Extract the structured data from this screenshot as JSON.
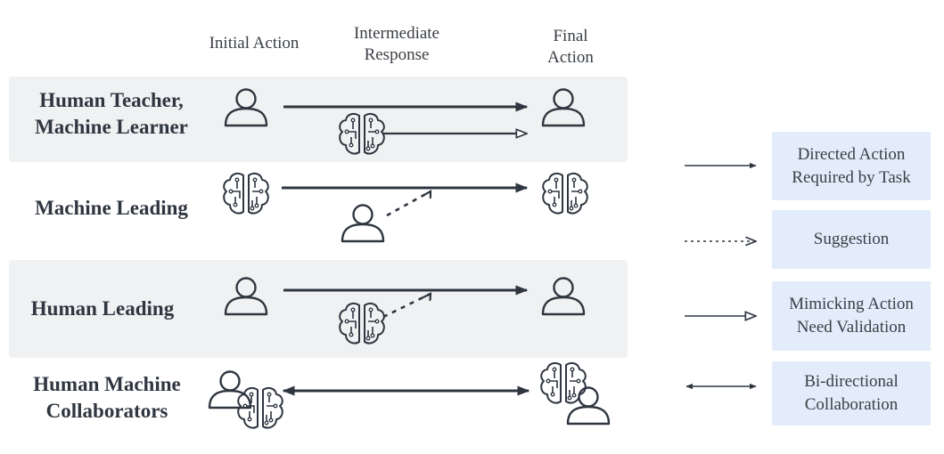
{
  "columns": {
    "initial": "Initial Action",
    "intermediate": [
      "Intermediate",
      "Response"
    ],
    "final": [
      "Final",
      "Action"
    ]
  },
  "rows": [
    {
      "label": [
        "Human Teacher,",
        "Machine Learner"
      ],
      "shaded": true
    },
    {
      "label": [
        "Machine Leading"
      ],
      "shaded": false
    },
    {
      "label": [
        "Human Leading"
      ],
      "shaded": true
    },
    {
      "label": [
        "Human Machine",
        "Collaborators"
      ],
      "shaded": false
    }
  ],
  "legend": [
    {
      "label": [
        "Directed Action",
        "Required by Task"
      ],
      "arrow": "solid-filled"
    },
    {
      "label": [
        "Suggestion"
      ],
      "arrow": "dotted-open"
    },
    {
      "label": [
        "Mimicking Action",
        "Need Validation"
      ],
      "arrow": "solid-hollow"
    },
    {
      "label": [
        "Bi-directional",
        "Collaboration"
      ],
      "arrow": "double-headed"
    }
  ],
  "icons": {
    "human": "person-icon",
    "machine": "brain-circuit-icon"
  },
  "colors": {
    "band": "#f0f1f2",
    "legend_box": "#e3ecfa",
    "stroke": "#2f3640"
  }
}
